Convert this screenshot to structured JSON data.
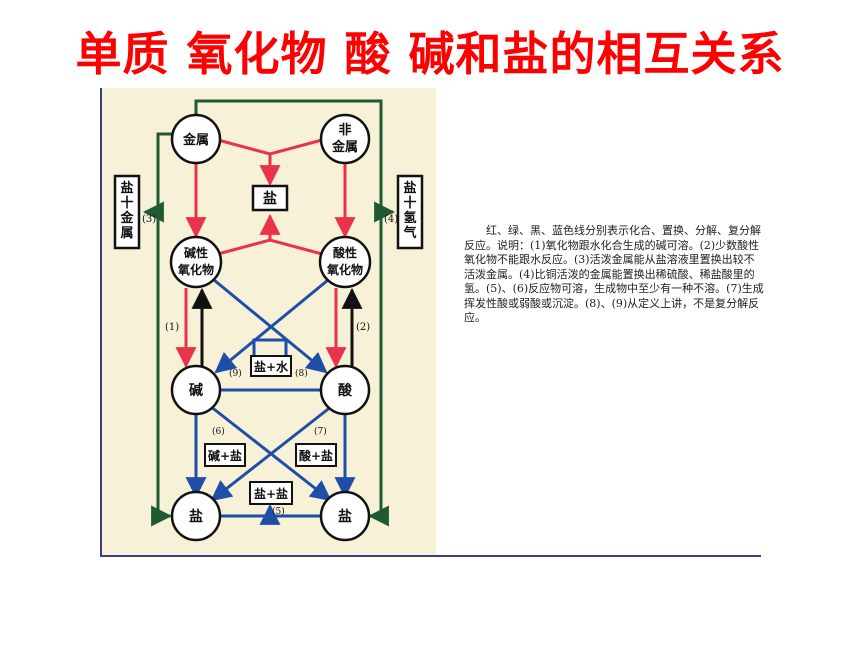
{
  "title": "单质 氧化物  酸 碱和盐的相互关系",
  "nodes": {
    "metal": [
      "金属"
    ],
    "nonmetal": [
      "非",
      "金属"
    ],
    "basic_oxide": [
      "碱性",
      "氧化物"
    ],
    "acidic_oxide": [
      "酸性",
      "氧化物"
    ],
    "base": [
      "碱"
    ],
    "acid": [
      "酸"
    ],
    "salt_left": [
      "盐"
    ],
    "salt_right": [
      "盐"
    ]
  },
  "boxes": {
    "salt_top": "盐",
    "salt_water": "盐+水",
    "base_salt": "碱+盐",
    "acid_salt": "酸+盐",
    "salt_salt": "盐+盐",
    "salt_metal": "盐十金属",
    "salt_hydrogen": "盐十氢气"
  },
  "labels": {
    "l3": "(3)",
    "l4": "(4)",
    "l1": "(1)",
    "l2": "(2)",
    "l9": "(9)",
    "l8": "(8)",
    "l6": "(6)",
    "l7": "(7)",
    "l5": "(5)"
  },
  "colors": {
    "red": "#e8334a",
    "blue": "#1f4ea8",
    "green": "#1f5a32",
    "black": "#111111"
  },
  "description": "红、绿、黑、蓝色线分别表示化合、置换、分解、复分解反应。说明：(1)氧化物跟水化合生成的碱可溶。(2)少数酸性氧化物不能跟水反应。(3)活泼金属能从盐溶液里置换出较不活泼金属。(4)比铜活泼的金属能置换出稀硫酸、稀盐酸里的氢。(5)、(6)反应物可溶，生成物中至少有一种不溶。(7)生成挥发性酸或弱酸或沉淀。(8)、(9)从定义上讲，不是复分解反应。"
}
